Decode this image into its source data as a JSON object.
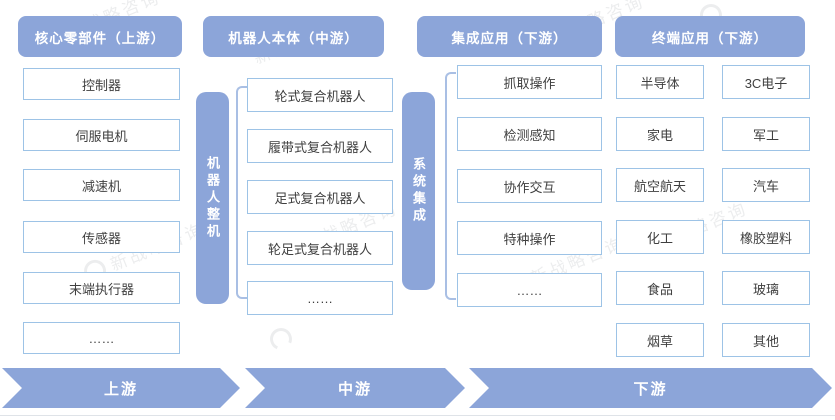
{
  "watermark": {
    "text": "新战略咨询"
  },
  "colors": {
    "primary_blue": "#8CA5D9",
    "box_border": "#9DC3E6",
    "box_text": "#3F3F3F",
    "bracket": "#A9BFE4",
    "header_text": "#FFFFFF"
  },
  "columns": [
    {
      "id": "core-components",
      "header": "核心零部件（上游）",
      "items": [
        "控制器",
        "伺服电机",
        "减速机",
        "传感器",
        "末端执行器",
        "……"
      ]
    },
    {
      "id": "robot-body",
      "header": "机器人本体（中游）",
      "left_bar": "机器人整机",
      "right_bar": "系统集成",
      "items": [
        "轮式复合机器人",
        "履带式复合机器人",
        "足式复合机器人",
        "轮足式复合机器人",
        "……"
      ]
    },
    {
      "id": "integrated-applications",
      "header": "集成应用（下游）",
      "items": [
        "抓取操作",
        "检测感知",
        "协作交互",
        "特种操作",
        "……"
      ]
    },
    {
      "id": "terminal-applications",
      "header": "终端应用（下游）",
      "sub_columns": [
        {
          "items": [
            "半导体",
            "家电",
            "航空航天",
            "化工",
            "食品",
            "烟草"
          ]
        },
        {
          "items": [
            "3C电子",
            "军工",
            "汽车",
            "橡胶塑料",
            "玻璃",
            "其他"
          ]
        }
      ]
    }
  ],
  "flow": {
    "stages": [
      "上游",
      "中游",
      "下游"
    ]
  }
}
